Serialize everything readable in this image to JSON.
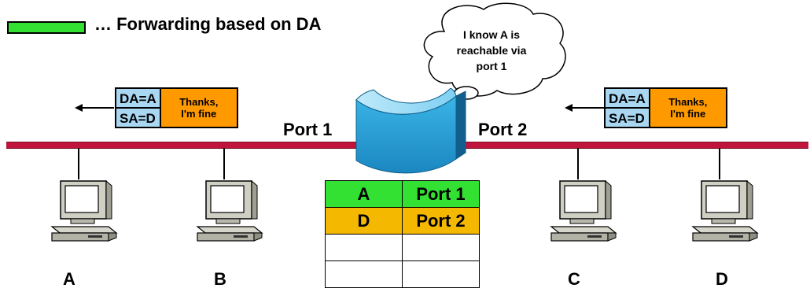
{
  "legend": {
    "text": "… Forwarding  based on DA",
    "color": "#33e133"
  },
  "thought": {
    "line1": "I know A is",
    "line2": "reachable via",
    "line3": "port 1"
  },
  "ports": {
    "port1": "Port 1",
    "port2": "Port 2"
  },
  "frames": {
    "left": {
      "da": "DA=A",
      "sa": "SA=D",
      "payload_line1": "Thanks,",
      "payload_line2": "I'm fine"
    },
    "right": {
      "da": "DA=A",
      "sa": "SA=D",
      "payload_line1": "Thanks,",
      "payload_line2": "I'm fine"
    }
  },
  "hosts": {
    "a": "A",
    "b": "B",
    "c": "C",
    "d": "D"
  },
  "fdb": {
    "rows": [
      {
        "host": "A",
        "port": "Port 1",
        "color": "#33e133"
      },
      {
        "host": "D",
        "port": "Port 2",
        "color": "#f4b800"
      },
      {
        "host": "",
        "port": "",
        "color": "#ffffff"
      },
      {
        "host": "",
        "port": "",
        "color": "#ffffff"
      }
    ]
  },
  "colors": {
    "bus": "#c0143c",
    "switch_face": "#1aa0d8",
    "frame_addr": "#a9d7f2",
    "frame_payload": "#ff9900"
  }
}
